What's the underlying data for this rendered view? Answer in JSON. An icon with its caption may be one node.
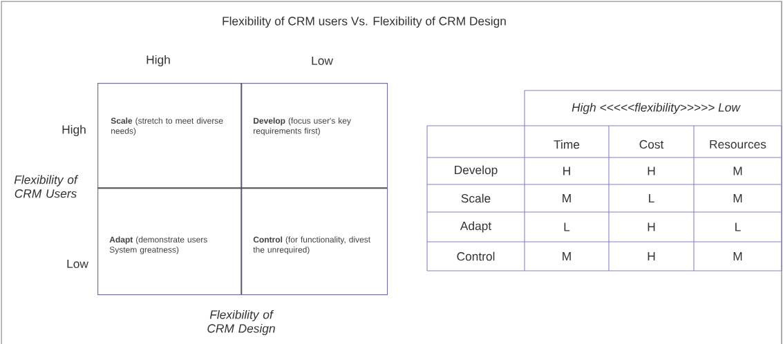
{
  "diagram": {
    "title": "Flexibility of CRM users Vs. Flexibility of CRM Design",
    "nodes": [
      {
        "text": [
          "**Scale** (stretch to meet diverse needs)"
        ]
      },
      {
        "text": [
          "**Develop** (focus user's key requirements first)"
        ]
      },
      {
        "text": [
          "**Adapt** (demonstrate users System greatness)"
        ]
      },
      {
        "text": [
          "**Control** (for functionality, divest the unrequired)"
        ]
      }
    ],
    "labels": [
      "High",
      "Low",
      "High",
      "Flexibility of CRM Users",
      "Low",
      "Flexibility of CRM Design",
      "High <<<<<flexibility>>>>> Low",
      "Time",
      "Cost",
      "Resources",
      "Develop",
      "H",
      "H",
      "M",
      "Scale",
      "M",
      "L",
      "M",
      "Adapt",
      "L",
      "H",
      "L",
      "Control",
      "M",
      "H",
      "M"
    ]
  }
}
